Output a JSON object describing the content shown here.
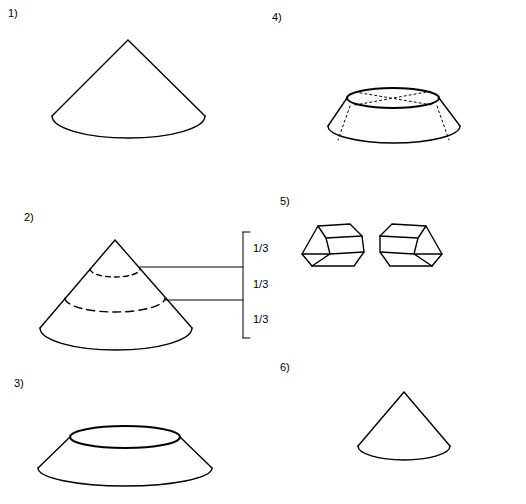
{
  "diagram": {
    "labels": [
      "1)",
      "4)",
      "2)",
      "1/3",
      "1/3",
      "1/3",
      "5)",
      "3)",
      "6)"
    ]
  }
}
